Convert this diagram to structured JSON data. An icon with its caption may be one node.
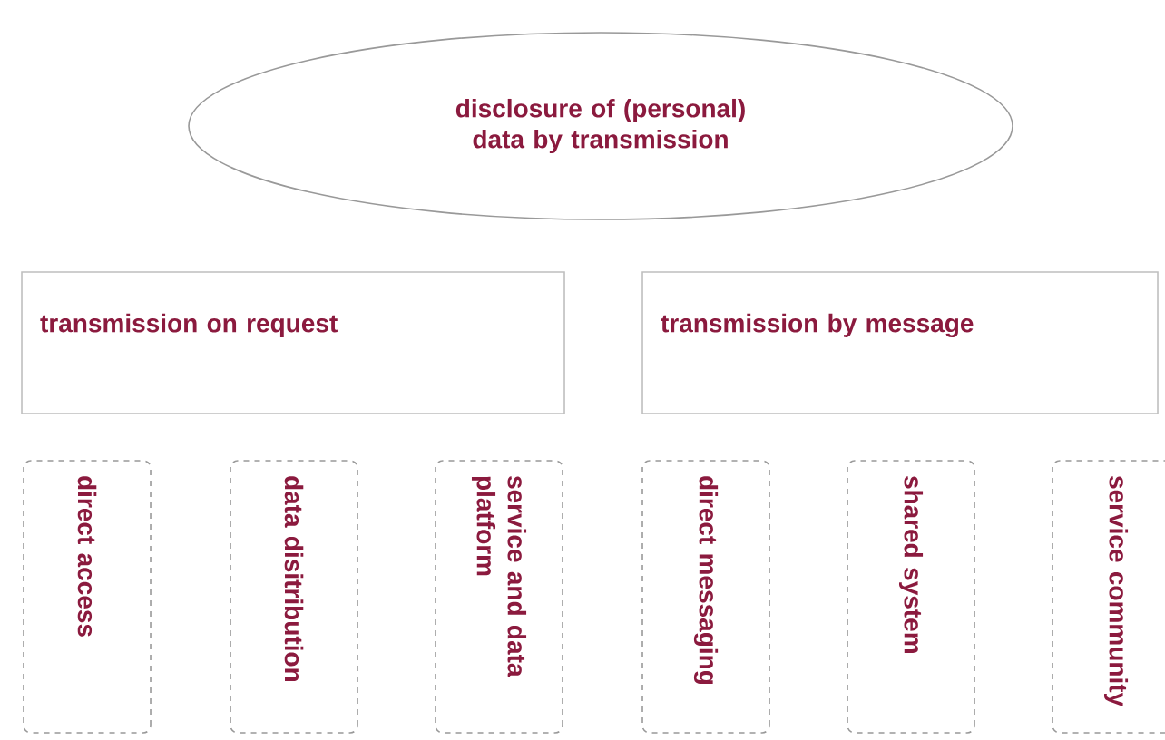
{
  "diagram": {
    "nodes": [
      {
        "text": [
          "disclosure of (personal) data by transmission"
        ]
      },
      {
        "text": [
          "transmission on request"
        ]
      },
      {
        "text": [
          "transmission by message"
        ]
      },
      {
        "text": [
          "direct access"
        ]
      },
      {
        "text": [
          "data disitribution"
        ]
      },
      {
        "text": [
          "service and data platform"
        ]
      },
      {
        "text": [
          "direct messaging"
        ]
      },
      {
        "text": [
          "shared system"
        ]
      },
      {
        "text": [
          "service community"
        ]
      }
    ]
  }
}
